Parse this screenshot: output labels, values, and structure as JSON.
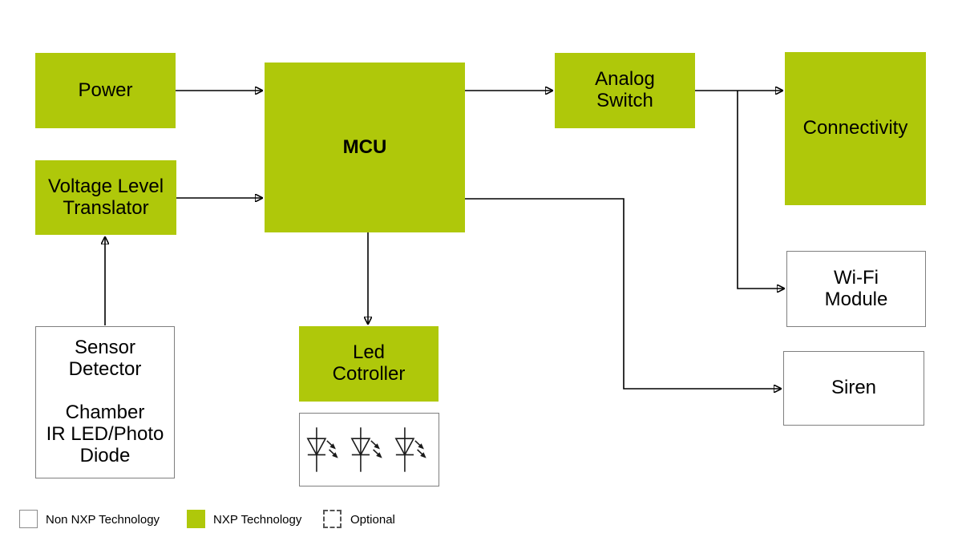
{
  "diagram_type": "block-diagram",
  "blocks": {
    "power": {
      "label": "Power",
      "type": "nxp"
    },
    "voltage_level_translator": {
      "label": "Voltage Level\nTranslator",
      "type": "nxp"
    },
    "sensor_detector": {
      "label": "Sensor\nDetector\n\nChamber\nIR LED/Photo\nDiode",
      "type": "non-nxp"
    },
    "mcu": {
      "label": "MCU",
      "type": "nxp"
    },
    "analog_switch": {
      "label": "Analog\nSwitch",
      "type": "nxp"
    },
    "connectivity": {
      "label": "Connectivity",
      "type": "nxp"
    },
    "wifi_module": {
      "label": "Wi-Fi\nModule",
      "type": "non-nxp"
    },
    "siren": {
      "label": "Siren",
      "type": "non-nxp"
    },
    "led_controller": {
      "label": "Led\nCotroller",
      "type": "nxp"
    },
    "led_indicators": {
      "icon": "led-diode-icon",
      "count": 3,
      "type": "non-nxp"
    }
  },
  "connections": [
    {
      "from": "power",
      "to": "mcu"
    },
    {
      "from": "voltage_level_translator",
      "to": "mcu"
    },
    {
      "from": "sensor_detector",
      "to": "voltage_level_translator"
    },
    {
      "from": "mcu",
      "to": "analog_switch"
    },
    {
      "from": "analog_switch",
      "to": "connectivity"
    },
    {
      "from": "analog_switch",
      "to": "wifi_module"
    },
    {
      "from": "mcu",
      "to": "siren"
    },
    {
      "from": "mcu",
      "to": "led_controller"
    }
  ],
  "legend": {
    "items": [
      {
        "label": "Non NXP Technology",
        "swatch": "non-nxp"
      },
      {
        "label": "NXP Technology",
        "swatch": "nxp"
      },
      {
        "label": "Optional",
        "swatch": "optional"
      }
    ]
  },
  "colors": {
    "nxp_green": "#AFC80A",
    "box_border_gray": "#7F7F7F",
    "arrow_black": "#000000",
    "background": "#FFFFFF"
  }
}
